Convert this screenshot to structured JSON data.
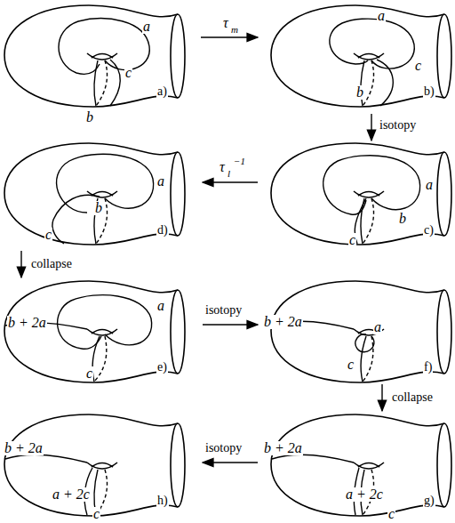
{
  "diagram": {
    "labels": [
      "a",
      "c",
      "b",
      "a)",
      "τ",
      "m",
      "a",
      "c",
      "b",
      "b)",
      "isotopy",
      "a",
      "b",
      "c",
      "c)",
      "τ",
      "l",
      "−1",
      "a",
      "b",
      "c",
      "d)",
      "collapse",
      "b + 2a",
      "a",
      "c",
      "e)",
      "isotopy",
      "b + 2a",
      "a",
      "c",
      "f)",
      "collapse",
      "b + 2a",
      "a + 2c",
      "c",
      "g)",
      "isotopy",
      "b + 2a",
      "a + 2c",
      "c",
      "h)"
    ]
  }
}
